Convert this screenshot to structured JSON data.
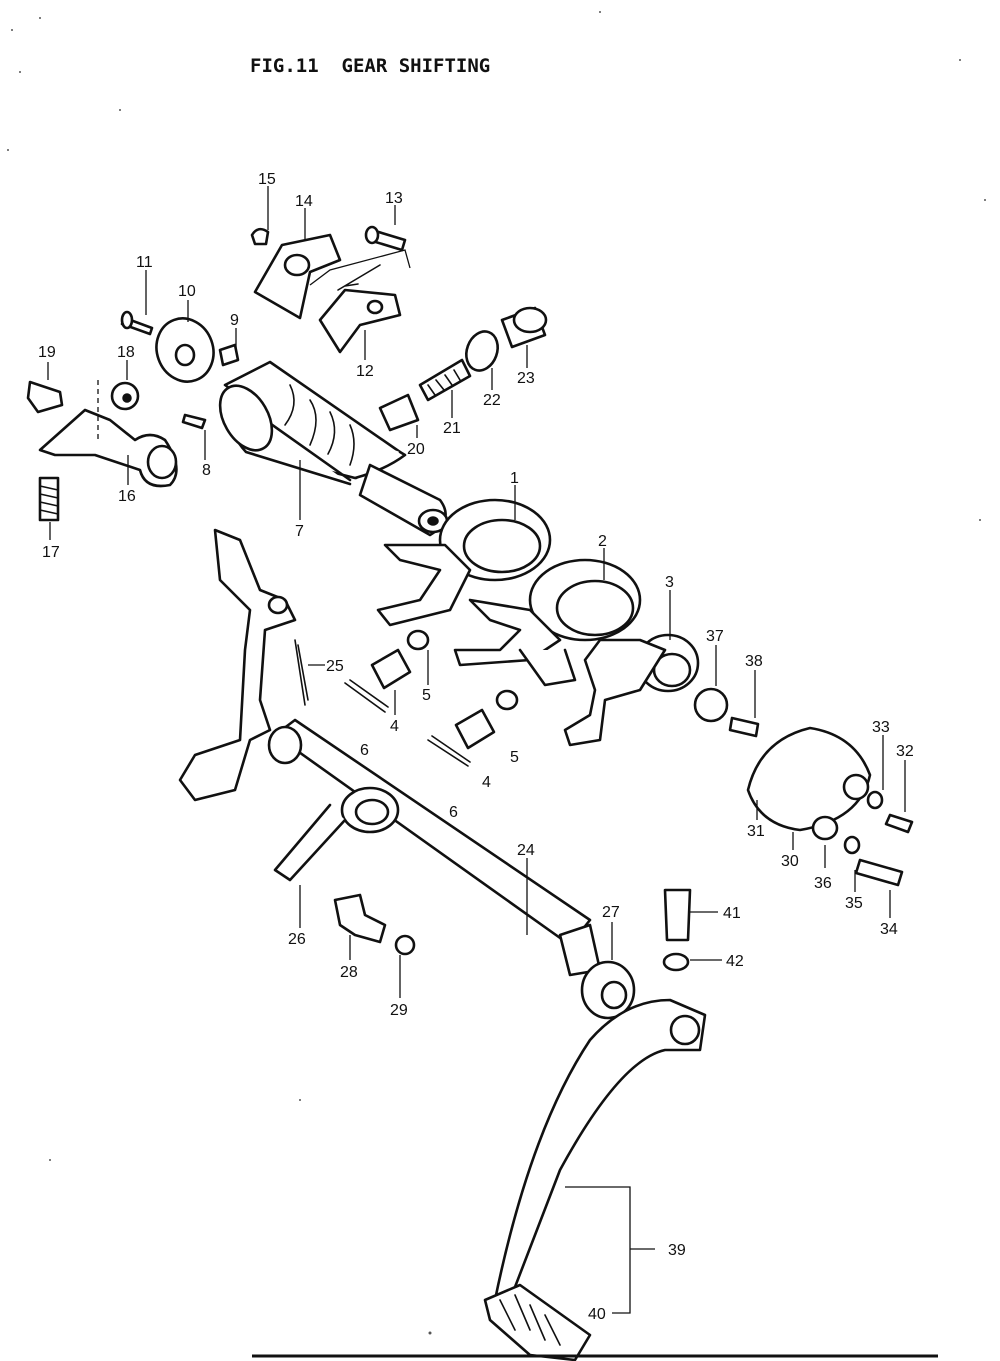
{
  "title": "FIG.11  GEAR SHIFTING",
  "callouts": [
    "1",
    "2",
    "3",
    "4",
    "4",
    "5",
    "5",
    "6",
    "6",
    "7",
    "8",
    "9",
    "10",
    "11",
    "12",
    "13",
    "14",
    "15",
    "16",
    "17",
    "18",
    "19",
    "20",
    "21",
    "22",
    "23",
    "24",
    "25",
    "26",
    "27",
    "28",
    "29",
    "30",
    "31",
    "32",
    "33",
    "34",
    "35",
    "36",
    "37",
    "38",
    "39",
    "40",
    "41",
    "42"
  ]
}
